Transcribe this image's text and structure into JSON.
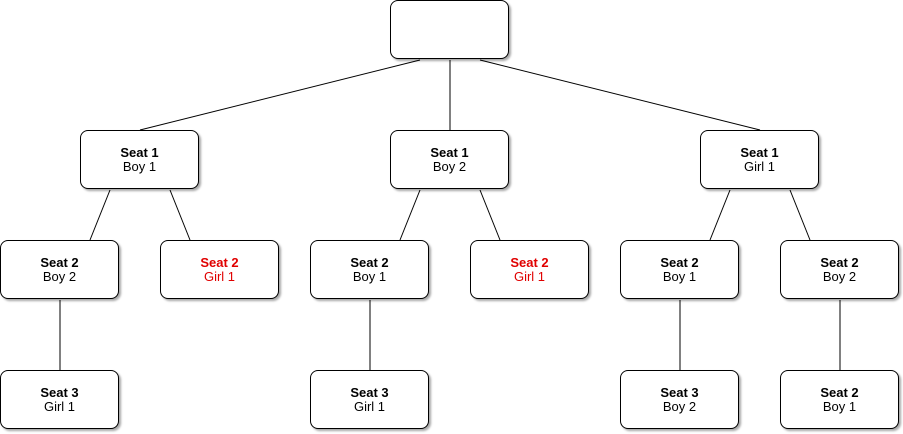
{
  "colors": {
    "highlight": "#e00000",
    "text": "#000000",
    "border": "#000000"
  },
  "nodes": {
    "root": {
      "seat": "",
      "person": ""
    },
    "a": {
      "seat": "Seat 1",
      "person": "Boy 1"
    },
    "b": {
      "seat": "Seat 1",
      "person": "Boy 2"
    },
    "c": {
      "seat": "Seat 1",
      "person": "Girl 1"
    },
    "a1": {
      "seat": "Seat 2",
      "person": "Boy 2"
    },
    "a2": {
      "seat": "Seat 2",
      "person": "Girl 1",
      "highlight": true
    },
    "b1": {
      "seat": "Seat 2",
      "person": "Boy 1"
    },
    "b2": {
      "seat": "Seat 2",
      "person": "Girl 1",
      "highlight": true
    },
    "c1": {
      "seat": "Seat 2",
      "person": "Boy 1"
    },
    "c2": {
      "seat": "Seat 2",
      "person": "Boy 2"
    },
    "a1x": {
      "seat": "Seat 3",
      "person": "Girl 1"
    },
    "b1x": {
      "seat": "Seat 3",
      "person": "Girl 1"
    },
    "c1x": {
      "seat": "Seat 3",
      "person": "Boy 2"
    },
    "c2x": {
      "seat": "Seat 2",
      "person": "Boy 1"
    }
  }
}
